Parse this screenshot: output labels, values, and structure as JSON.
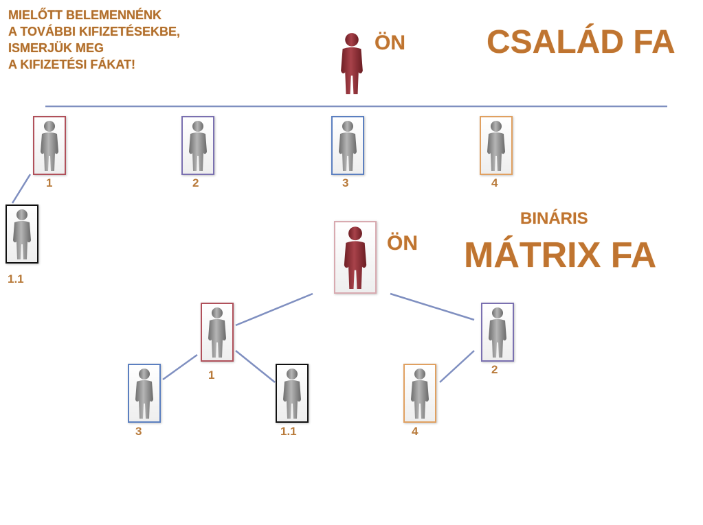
{
  "intro_text": [
    "MIELŐTT BELEMENNÉNK",
    "A TOVÁBBI KIFIZETÉSEKBE,",
    "ISMERJÜK MEG",
    "A KIFIZETÉSI FÁKAT!"
  ],
  "family_tree": {
    "title": "CSALÁD FA",
    "root_label": "ÖN",
    "members": [
      "1",
      "2",
      "3",
      "4"
    ],
    "sub_member": "1.1"
  },
  "binary_tree": {
    "subtitle": "BINÁRIS",
    "title": "MÁTRIX FA",
    "root_label": "ÖN",
    "nodes": [
      "1",
      "2",
      "3",
      "1.1",
      "4"
    ]
  },
  "colors": {
    "text": "#bf7430",
    "line": "#7f8fc0",
    "red": "#b0505a",
    "purple": "#7a70b0",
    "blue": "#5b7fc0",
    "orange": "#e0a060",
    "black": "#111111",
    "root": "#8b2a30",
    "member": "#8c8c8c"
  }
}
